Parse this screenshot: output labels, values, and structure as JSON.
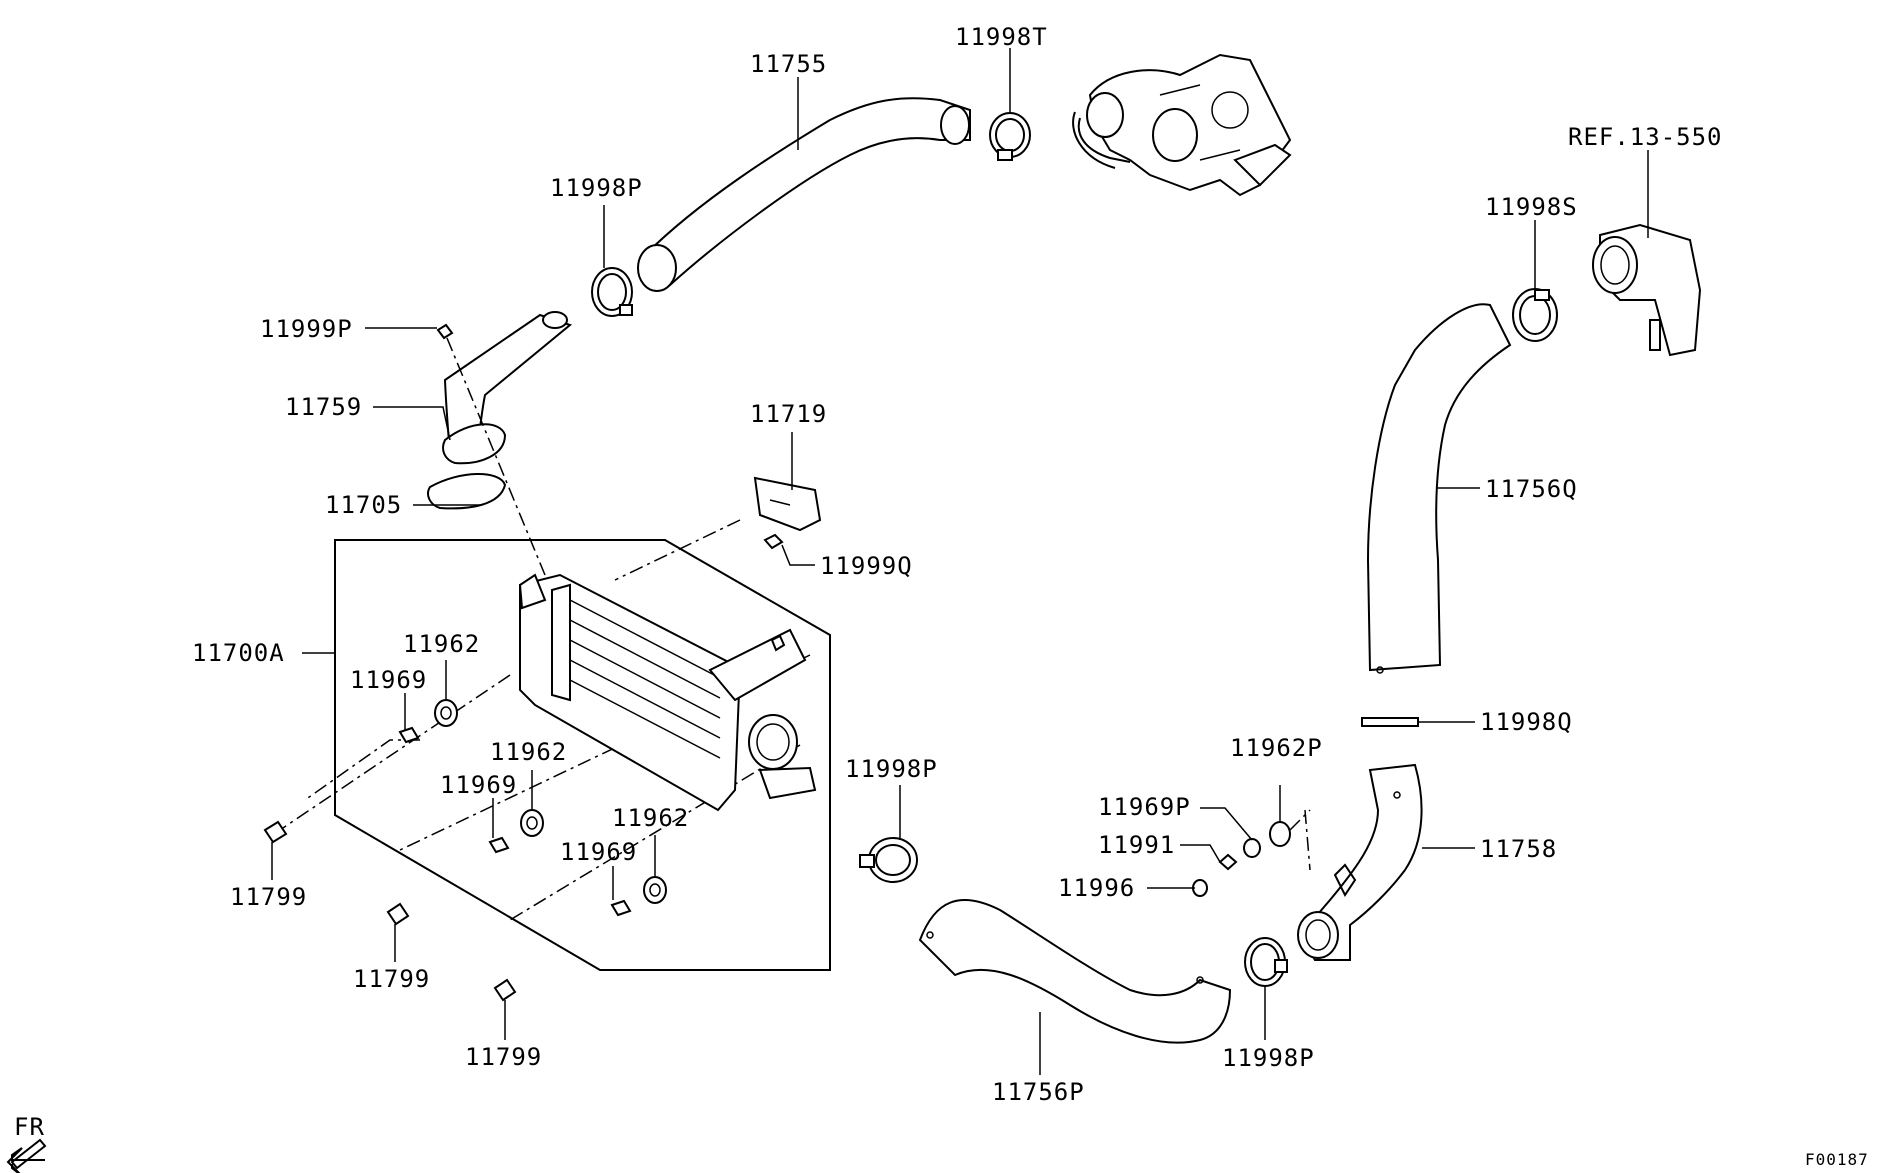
{
  "parts": {
    "p11755": "11755",
    "p11998T": "11998T",
    "p11998P_top": "11998P",
    "ref13550": "REF.13-550",
    "p11998S": "11998S",
    "p11999P": "11999P",
    "p11759": "11759",
    "p11719": "11719",
    "p11705": "11705",
    "p11756Q": "11756Q",
    "p11999Q": "11999Q",
    "p11700A": "11700A",
    "p11962_a": "11962",
    "p11969_a": "11969",
    "p11962_b": "11962",
    "p11969_b": "11969",
    "p11962_c": "11962",
    "p11969_c": "11969",
    "p11799_a": "11799",
    "p11799_b": "11799",
    "p11799_c": "11799",
    "p11998P_mid": "11998P",
    "p11998Q": "11998Q",
    "p11962P": "11962P",
    "p11969P": "11969P",
    "p11991": "11991",
    "p11996": "11996",
    "p11758": "11758",
    "p11998P_low": "11998P",
    "p11756P": "11756P"
  },
  "orientation": "FR",
  "figure_code": "F00187"
}
